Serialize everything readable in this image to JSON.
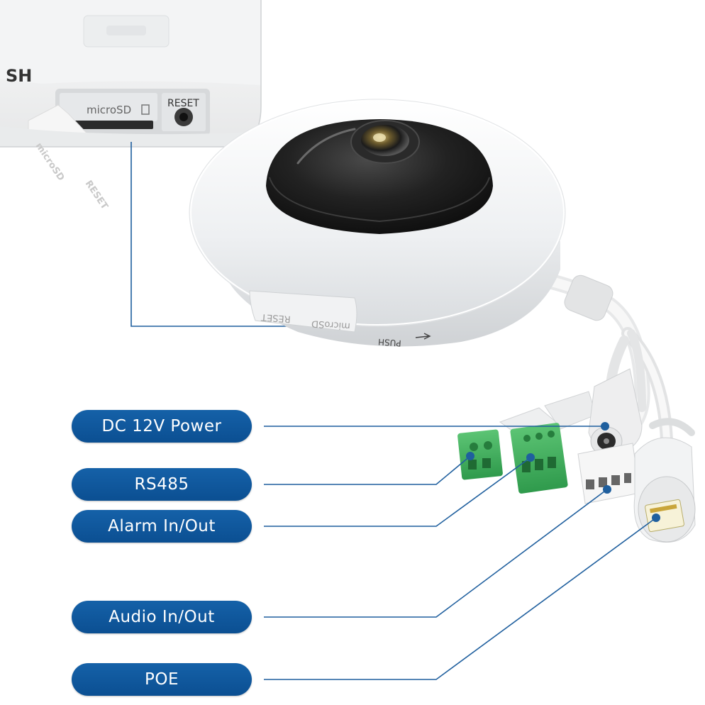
{
  "colors": {
    "label_fill": "#0d5597",
    "leader_line": "#1f5f9e",
    "housing": "#f4f5f6",
    "dome": "#1a1a1a",
    "terminal_green": "#3fae5c"
  },
  "inset": {
    "edge_text": "SH",
    "slot_label": "microSD",
    "reset_label": "RESET",
    "cover_text_1": "microSD",
    "cover_text_2": "RESET"
  },
  "camera": {
    "cover_text_1": "microSD",
    "cover_text_2": "RESET",
    "push_text": "PUSH"
  },
  "labels": [
    {
      "id": "dc-power",
      "text": "DC 12V Power"
    },
    {
      "id": "rs485",
      "text": "RS485"
    },
    {
      "id": "alarm",
      "text": "Alarm In/Out"
    },
    {
      "id": "audio",
      "text": "Audio In/Out"
    },
    {
      "id": "poe",
      "text": "POE"
    }
  ]
}
